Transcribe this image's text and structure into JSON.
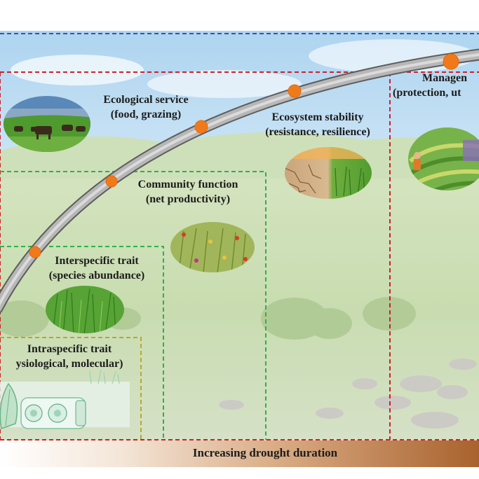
{
  "colors": {
    "sky_top": "#8fc4ea",
    "grass": "#a9c98a",
    "arc": "#9b9b9b",
    "node": "#f07a1a",
    "blue_dash": "#2a56b8",
    "red_dash": "#d0202a",
    "green_dash": "#2bb34a",
    "olive_dash": "#b8a82a",
    "bar_end": "#a8622d"
  },
  "levels": {
    "service": {
      "title": "Ecological service",
      "detail": "(food, grazing)",
      "icon": "grazing-cattle-icon"
    },
    "stability": {
      "title": "Ecosystem stability",
      "detail": "(resistance, resilience)",
      "icon": "dry-wet-soil-icon"
    },
    "management": {
      "title": "Managen",
      "detail": "(protection, ut",
      "icon": "terraced-fields-icon"
    },
    "community": {
      "title": "Community function",
      "detail": "(net productivity)",
      "icon": "flowering-grassland-icon"
    },
    "interspecific": {
      "title": "Interspecific trait",
      "detail": "(species abundance)",
      "icon": "grass-tuft-icon"
    },
    "intraspecific": {
      "title": "Intraspecific trait",
      "detail": "ysiological, molecular)",
      "icon": "leaf-cell-icon"
    }
  },
  "drought": {
    "label": "Increasing drought duration"
  }
}
